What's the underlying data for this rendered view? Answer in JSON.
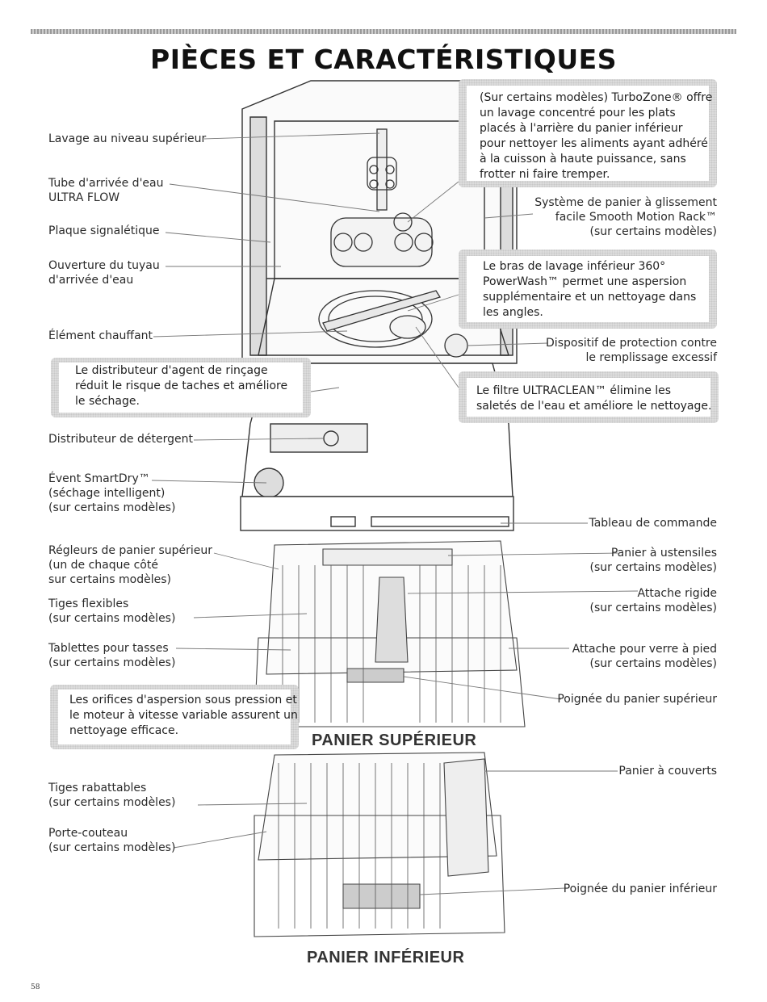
{
  "page": {
    "title": "PIÈCES ET CARACTÉRISTIQUES",
    "page_number": "58"
  },
  "callouts": {
    "turbozone": [
      "(Sur certains modèles) TurboZone® offre",
      "un lavage concentré pour les plats",
      "placés à l'arrière du panier inférieur",
      "pour nettoyer les aliments ayant adhéré",
      "à la cuisson à haute puissance, sans",
      "frotter ni faire tremper."
    ],
    "powerwash": [
      "Le bras de lavage inférieur 360°",
      "PowerWash™ permet une aspersion",
      "supplémentaire et un nettoyage dans",
      "les angles."
    ],
    "rinse_aid": [
      "Le distributeur d'agent de rinçage",
      "réduit le risque de taches et améliore",
      "le séchage."
    ],
    "ultraclean": [
      "Le filtre ULTRACLEAN™ élimine les",
      "saletés de l'eau et améliore le nettoyage."
    ],
    "spray_orifices": [
      "Les orifices d'aspersion sous pression et",
      "le moteur à vitesse variable assurent un",
      "nettoyage efficace."
    ]
  },
  "labels_left": {
    "top_wash": [
      "Lavage au niveau supérieur"
    ],
    "water_tube": [
      "Tube d'arrivée d'eau",
      "ULTRA FLOW"
    ],
    "rating_plate": [
      "Plaque signalétique"
    ],
    "inlet_opening": [
      "Ouverture du tuyau",
      "d'arrivée d'eau"
    ],
    "heating_element": [
      "Élément chauffant"
    ],
    "detergent": [
      "Distributeur de détergent"
    ],
    "smartdry": [
      "Évent SmartDry™",
      "(séchage intelligent)",
      "(sur certains modèles)"
    ],
    "rack_adjusters": [
      "Régleurs de panier supérieur",
      "(un de chaque côté",
      "sur certains modèles)"
    ],
    "flexible_tines": [
      "Tiges flexibles",
      "(sur certains modèles)"
    ],
    "cup_shelves": [
      "Tablettes pour tasses",
      "(sur certains modèles)"
    ],
    "fold_down_tines": [
      "Tiges rabattables",
      "(sur certains modèles)"
    ],
    "knife_holder": [
      "Porte-couteau",
      "(sur certains modèles)"
    ]
  },
  "labels_right": {
    "smooth_rack": [
      "Système de panier à glissement",
      "facile Smooth Motion Rack™",
      "(sur certains modèles)"
    ],
    "overfill": [
      "Dispositif de protection contre",
      "le remplissage excessif"
    ],
    "control_panel": [
      "Tableau de commande"
    ],
    "utensil_basket": [
      "Panier à ustensiles",
      "(sur certains modèles)"
    ],
    "rigid_clip": [
      "Attache rigide",
      "(sur certains modèles)"
    ],
    "stemware_clip": [
      "Attache pour verre à pied",
      "(sur certains modèles)"
    ],
    "upper_handle": [
      "Poignée du panier supérieur"
    ],
    "cutlery_basket": [
      "Panier à couverts"
    ],
    "lower_handle": [
      "Poignée du panier inférieur"
    ]
  },
  "sections": {
    "upper_rack": "PANIER SUPÉRIEUR",
    "lower_rack": "PANIER INFÉRIEUR"
  },
  "colors": {
    "callout_bg": "#dcdcdc",
    "line": "#555555"
  }
}
